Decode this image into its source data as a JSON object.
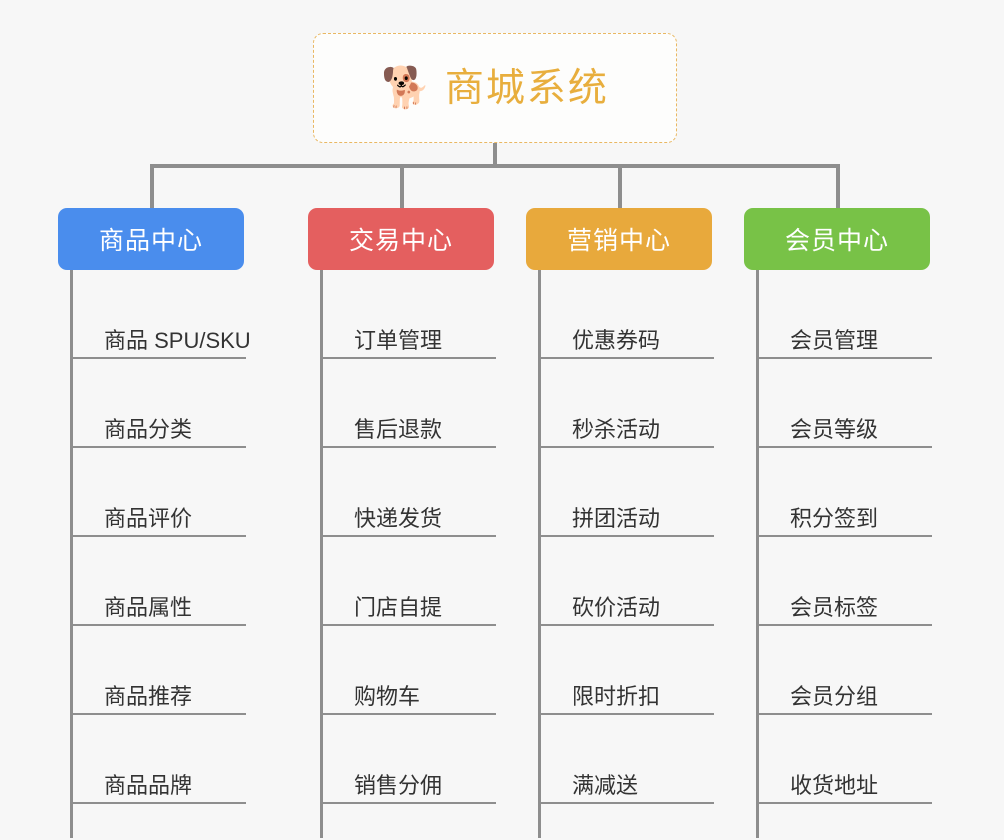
{
  "root": {
    "icon": "shiba-dog-face-icon",
    "emoji": "🐕",
    "title": "商城系统",
    "title_color": "#e8ae3d",
    "border_color": "#e9b863"
  },
  "background_color": "#f7f7f7",
  "connector_color": "#8e8e8e",
  "branches": [
    {
      "id": "product-center",
      "label": "商品中心",
      "color": "#4a8ded",
      "items": [
        "商品 SPU/SKU",
        "商品分类",
        "商品评价",
        "商品属性",
        "商品推荐",
        "商品品牌"
      ]
    },
    {
      "id": "trade-center",
      "label": "交易中心",
      "color": "#e45f5f",
      "items": [
        "订单管理",
        "售后退款",
        "快递发货",
        "门店自提",
        "购物车",
        "销售分佣"
      ]
    },
    {
      "id": "marketing-center",
      "label": "营销中心",
      "color": "#e8a93c",
      "items": [
        "优惠券码",
        "秒杀活动",
        "拼团活动",
        "砍价活动",
        "限时折扣",
        "满减送"
      ]
    },
    {
      "id": "member-center",
      "label": "会员中心",
      "color": "#78c247",
      "items": [
        "会员管理",
        "会员等级",
        "积分签到",
        "会员标签",
        "会员分组",
        "收货地址"
      ]
    }
  ]
}
